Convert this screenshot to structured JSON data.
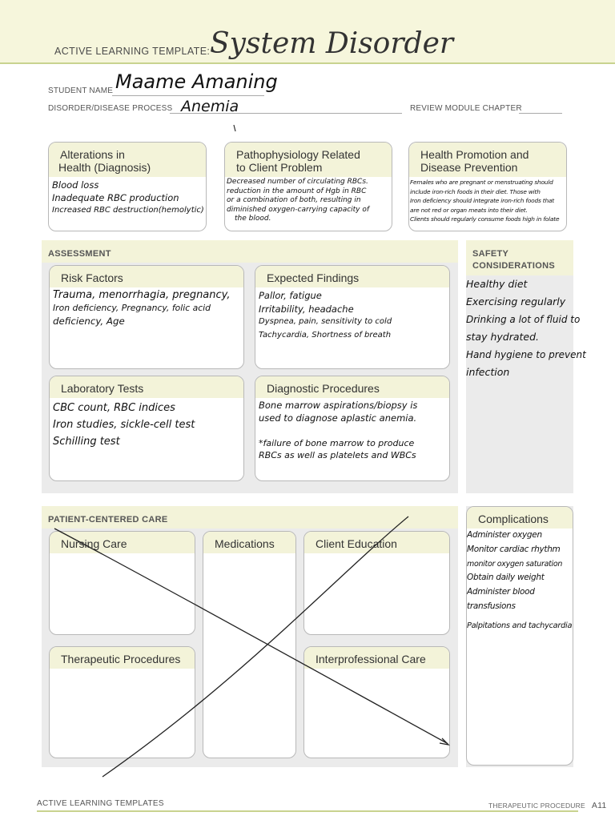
{
  "header": {
    "template_label": "ACTIVE LEARNING TEMPLATE:",
    "title": "System Disorder"
  },
  "student": {
    "name_label": "STUDENT NAME",
    "name_value": "Maame Amaning",
    "disorder_label": "DISORDER/DISEASE PROCESS",
    "disorder_value": "Anemia",
    "review_label": "REVIEW MODULE CHAPTER"
  },
  "top_boxes": {
    "alterations": {
      "title_1": "Alterations in",
      "title_2": "Health (Diagnosis)",
      "lines": [
        "Blood loss",
        "Inadequate RBC production",
        "Increased RBC destruction(hemolytic)"
      ]
    },
    "pathophysiology": {
      "title_1": "Pathophysiology Related",
      "title_2": "to Client Problem",
      "lines": [
        "Decreased number of circulating RBCs.",
        "reduction in the amount of Hgb in RBC",
        "or a combination of both, resulting in",
        "diminished oxygen-carrying capacity of",
        "the blood."
      ]
    },
    "health_promotion": {
      "title_1": "Health Promotion and",
      "title_2": "Disease Prevention",
      "lines": [
        "Females who are pregnant or menstruating should",
        "include iron-rich foods in their diet. Those with",
        "Iron deficiency should integrate iron-rich foods that",
        "are not red or organ meats into their diet.",
        "Clients should regularly consume foods high in folate"
      ]
    }
  },
  "assessment": {
    "section_label": "ASSESSMENT",
    "risk_factors": {
      "title": "Risk Factors",
      "lines": [
        "Trauma, menorrhagia, pregnancy,",
        "Iron deficiency, Pregnancy, folic acid",
        "deficiency, Age"
      ]
    },
    "expected_findings": {
      "title": "Expected Findings",
      "lines": [
        "Pallor, fatigue",
        "Irritability, headache",
        "Dyspnea, pain, sensitivity to cold",
        "Tachycardia, Shortness of breath"
      ]
    },
    "laboratory_tests": {
      "title": "Laboratory Tests",
      "lines": [
        "CBC count, RBC indices",
        "Iron studies, sickle-cell test",
        "Schilling test"
      ]
    },
    "diagnostic_procedures": {
      "title": "Diagnostic Procedures",
      "lines": [
        "Bone marrow aspirations/biopsy is",
        "used to diagnose aplastic anemia.",
        "",
        "*failure of bone marrow to produce",
        "RBCs as well as platelets and WBCs"
      ]
    }
  },
  "safety": {
    "title_1": "SAFETY",
    "title_2": "CONSIDERATIONS",
    "lines": [
      "Healthy diet",
      "Exercising regularly",
      "Drinking a lot of fluid to",
      "stay hydrated.",
      "Hand hygiene to prevent",
      "infection"
    ]
  },
  "patient_care": {
    "section_label": "PATIENT-CENTERED CARE",
    "nursing_care": "Nursing Care",
    "medications": "Medications",
    "client_education": "Client Education",
    "therapeutic_procedures": "Therapeutic Procedures",
    "interprofessional_care": "Interprofessional Care"
  },
  "complications": {
    "title": "Complications",
    "lines": [
      "Administer oxygen",
      "Monitor cardiac rhythm",
      "monitor oxygen saturation",
      "Obtain daily weight",
      "Administer blood",
      "transfusions",
      "Palpitations and tachycardia"
    ]
  },
  "footer": {
    "left": "ACTIVE LEARNING TEMPLATES",
    "right": "THERAPEUTIC PROCEDURE",
    "page": "A11"
  }
}
